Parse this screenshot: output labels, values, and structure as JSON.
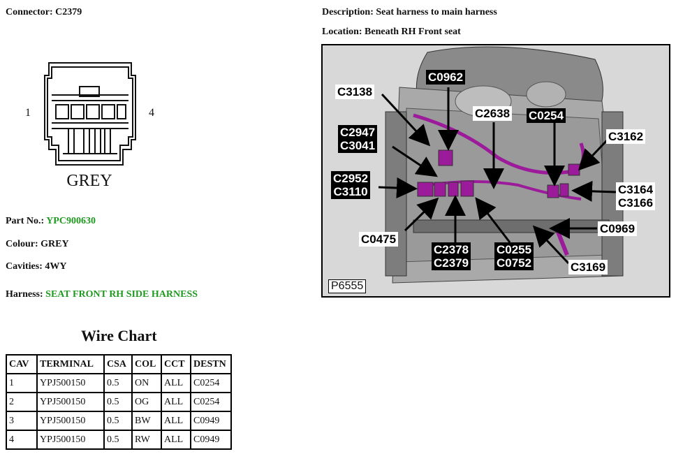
{
  "connector": {
    "label": "Connector: C2379",
    "pin_left": "1",
    "pin_right": "4",
    "colour_caption": "GREY"
  },
  "description": "Description: Seat harness to main harness",
  "location": "Location: Beneath RH Front seat",
  "part_no": {
    "label": "Part No.:",
    "value": "YPC900630"
  },
  "colour": "Colour: GREY",
  "cavities": "Cavities: 4WY",
  "harness": {
    "label": "Harness:",
    "value": "SEAT FRONT RH SIDE HARNESS"
  },
  "wire_chart": {
    "title": "Wire Chart",
    "headers": [
      "CAV",
      "TERMINAL",
      "CSA",
      "COL",
      "CCT",
      "DESTN"
    ],
    "rows": [
      [
        "1",
        "YPJ500150",
        "0.5",
        "ON",
        "ALL",
        "C0254"
      ],
      [
        "2",
        "YPJ500150",
        "0.5",
        "OG",
        "ALL",
        "C0254"
      ],
      [
        "3",
        "YPJ500150",
        "0.5",
        "BW",
        "ALL",
        "C0949"
      ],
      [
        "4",
        "YPJ500150",
        "0.5",
        "RW",
        "ALL",
        "C0949"
      ]
    ]
  },
  "photo": {
    "id_label": "P6555",
    "callouts": [
      "C3138",
      "C0962",
      "C2638",
      "C0254",
      "C2947",
      "C3041",
      "C3162",
      "C2952",
      "C3110",
      "C3164",
      "C3166",
      "C0969",
      "C0475",
      "C2378",
      "C2379",
      "C0255",
      "C0752",
      "C3169"
    ]
  },
  "colors": {
    "accent_green": "#1f9a1f",
    "connector_magenta": "#9b1b9b"
  }
}
